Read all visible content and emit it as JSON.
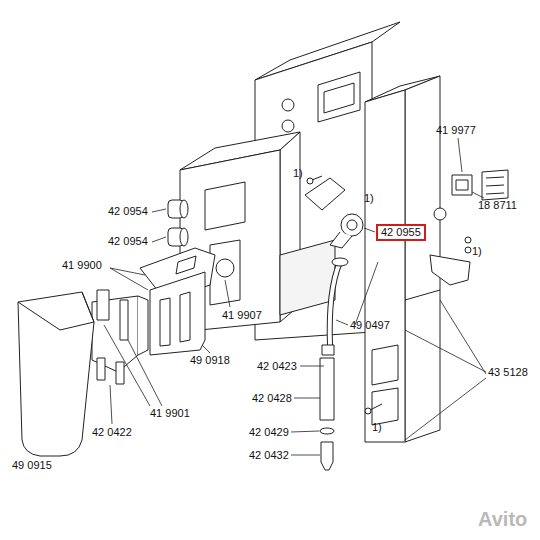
{
  "diagram": {
    "nodes": [
      {
        "text": [
          "42 0955"
        ]
      }
    ],
    "labels": [
      "41 9977",
      "18 8711",
      "1)",
      "1)",
      "42 0954",
      "42 0954",
      "1)",
      "41 9900",
      "41 9907",
      "49 0497",
      "49 0918",
      "42 0423",
      "43 5128",
      "42 0428",
      "1)",
      "42 0429",
      "42 0432",
      "49 0915",
      "42 0422",
      "41 9901",
      "Avito"
    ]
  }
}
